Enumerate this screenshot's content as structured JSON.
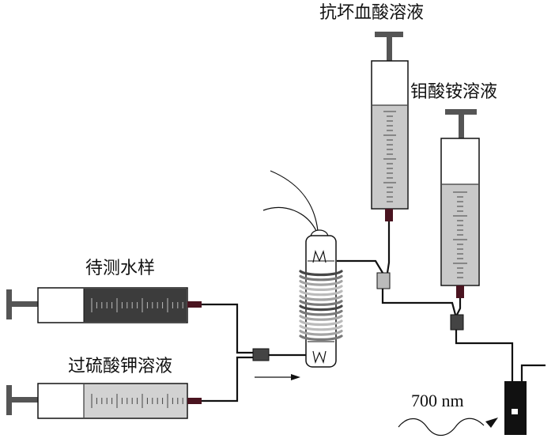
{
  "labels": {
    "ascorbic": "抗坏血酸溶液",
    "molybdate": "钼酸铵溶液",
    "water_sample": "待测水样",
    "persulfate": "过硫酸钾溶液"
  },
  "wavelength": "700 nm"
}
